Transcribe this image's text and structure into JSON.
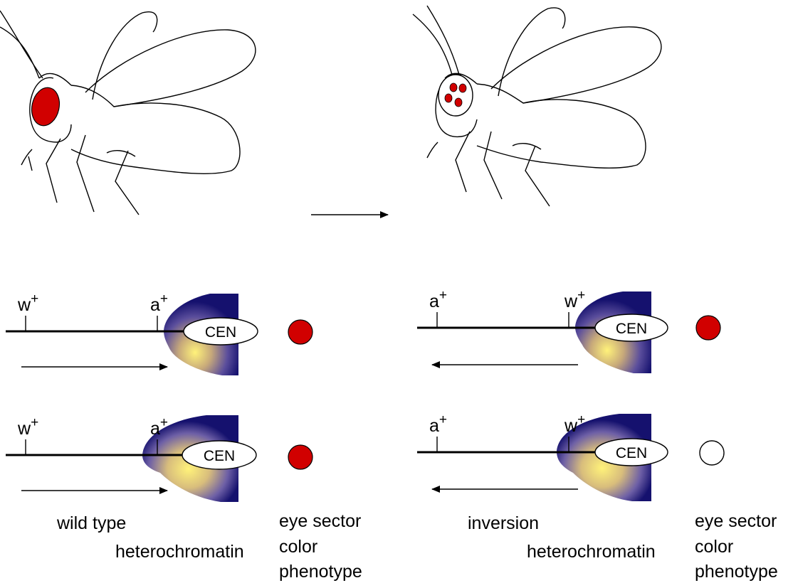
{
  "panels": {
    "left": {
      "caption": "wild type",
      "hetero_label": "heterochromatin",
      "eye_label": [
        "eye sector",
        "color",
        "phenotype"
      ],
      "rows": [
        {
          "genes": [
            {
              "base": "w",
              "sup": "+"
            },
            {
              "base": "a",
              "sup": "+"
            }
          ],
          "centromere": "CEN",
          "eye_color": "red"
        },
        {
          "genes": [
            {
              "base": "w",
              "sup": "+"
            },
            {
              "base": "a",
              "sup": "+"
            }
          ],
          "centromere": "CEN",
          "eye_color": "red"
        }
      ]
    },
    "right": {
      "caption": "inversion",
      "hetero_label": "heterochromatin",
      "eye_label": [
        "eye sector",
        "color",
        "phenotype"
      ],
      "rows": [
        {
          "genes": [
            {
              "base": "a",
              "sup": "+"
            },
            {
              "base": "w",
              "sup": "+"
            }
          ],
          "centromere": "CEN",
          "eye_color": "red"
        },
        {
          "genes": [
            {
              "base": "a",
              "sup": "+"
            },
            {
              "base": "w",
              "sup": "+"
            }
          ],
          "centromere": "CEN",
          "eye_color": "white"
        }
      ]
    }
  },
  "colors": {
    "eye_red": "#d10000",
    "heterochromatin_dark": "#15116e",
    "heterochromatin_mid": "#7c6fb0",
    "heterochromatin_light": "#fff27a",
    "line": "#000000"
  }
}
